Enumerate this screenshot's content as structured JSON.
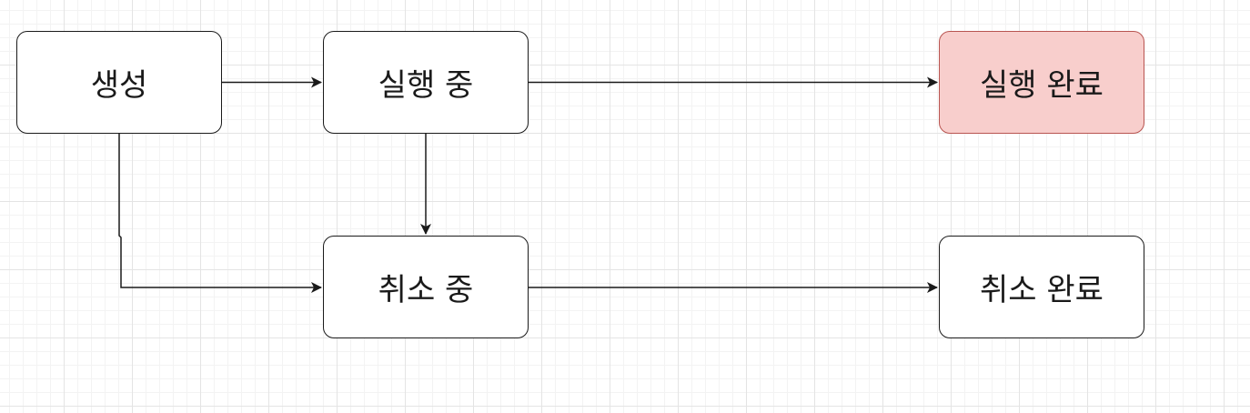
{
  "diagram": {
    "nodes": {
      "created": {
        "label": "생성"
      },
      "running": {
        "label": "실행 중"
      },
      "run_done": {
        "label": "실행 완료",
        "fill": "#f8cecc",
        "stroke": "#b85450"
      },
      "canceling": {
        "label": "취소 중"
      },
      "cancel_done": {
        "label": "취소 완료"
      }
    },
    "edges": [
      {
        "from": "생성",
        "to": "실행 중"
      },
      {
        "from": "실행 중",
        "to": "실행 완료"
      },
      {
        "from": "실행 중",
        "to": "취소 중"
      },
      {
        "from": "생성",
        "to": "취소 중"
      },
      {
        "from": "취소 중",
        "to": "취소 완료"
      }
    ],
    "colors": {
      "line": "#1a1a1a",
      "node_fill": "#ffffff",
      "grid": "#e4e4e4"
    }
  }
}
